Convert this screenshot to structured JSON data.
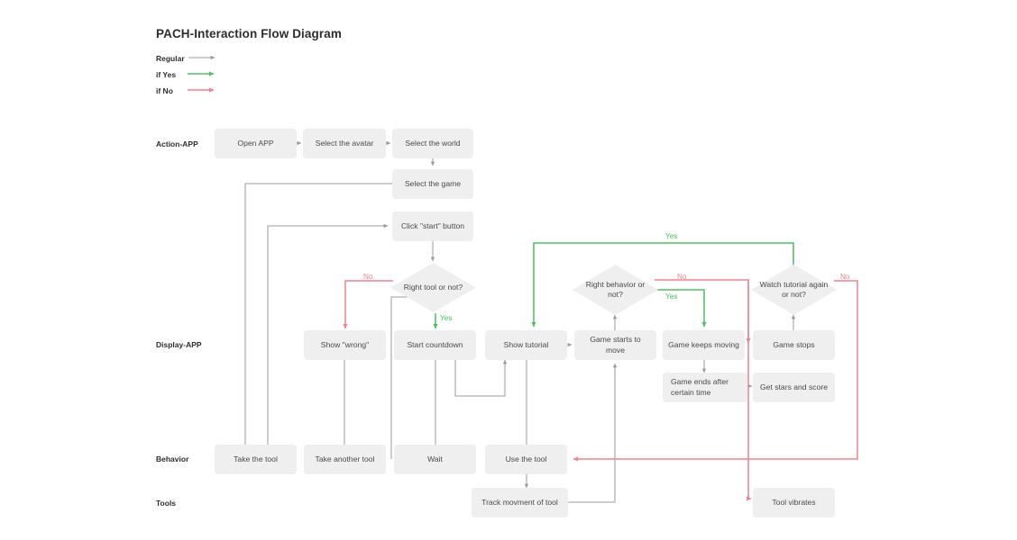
{
  "title": "PACH-Interaction Flow Diagram",
  "colors": {
    "regular": "#9b9b9b",
    "yes": "#4ec163",
    "no": "#f4808e",
    "node_fill": "#efefef",
    "text": "#4a4a4a",
    "heading": "#2d2d2d"
  },
  "legend": [
    {
      "label": "Regular",
      "color_key": "regular"
    },
    {
      "label": "if Yes",
      "color_key": "yes"
    },
    {
      "label": "if No",
      "color_key": "no"
    }
  ],
  "swimlanes": [
    {
      "id": "action-app",
      "label": "Action-APP"
    },
    {
      "id": "display-app",
      "label": "Display-APP"
    },
    {
      "id": "behavior",
      "label": "Behavior"
    },
    {
      "id": "tools",
      "label": "Tools"
    }
  ],
  "nodes": [
    {
      "id": "open-app",
      "label": "Open APP",
      "lane": "action-app",
      "shape": "box"
    },
    {
      "id": "select-avatar",
      "label": "Select the avatar",
      "lane": "action-app",
      "shape": "box"
    },
    {
      "id": "select-world",
      "label": "Select the world",
      "lane": "action-app",
      "shape": "box"
    },
    {
      "id": "select-game",
      "label": "Select the game",
      "lane": "action-app",
      "shape": "box"
    },
    {
      "id": "click-start",
      "label": "Click \"start\" button",
      "lane": "action-app",
      "shape": "box"
    },
    {
      "id": "right-tool",
      "label": "Right tool or not?",
      "lane": "display-app",
      "shape": "diamond"
    },
    {
      "id": "right-behavior",
      "label": "Right behavior or not?",
      "lane": "display-app",
      "shape": "diamond"
    },
    {
      "id": "watch-tutorial",
      "label": "Watch tutorial again or not?",
      "lane": "display-app",
      "shape": "diamond"
    },
    {
      "id": "show-wrong",
      "label": "Show \"wrong\"",
      "lane": "display-app",
      "shape": "box"
    },
    {
      "id": "start-countdown",
      "label": "Start countdown",
      "lane": "display-app",
      "shape": "box"
    },
    {
      "id": "show-tutorial",
      "label": "Show tutorial",
      "lane": "display-app",
      "shape": "box"
    },
    {
      "id": "game-starts",
      "label": "Game starts to move",
      "lane": "display-app",
      "shape": "box"
    },
    {
      "id": "game-keeps-moving",
      "label": "Game keeps moving",
      "lane": "display-app",
      "shape": "box"
    },
    {
      "id": "game-stops",
      "label": "Game stops",
      "lane": "display-app",
      "shape": "box"
    },
    {
      "id": "game-ends",
      "label": "Game ends after certain time",
      "lane": "display-app",
      "shape": "box"
    },
    {
      "id": "get-stars",
      "label": "Get stars and score",
      "lane": "display-app",
      "shape": "box"
    },
    {
      "id": "take-the-tool",
      "label": "Take the tool",
      "lane": "behavior",
      "shape": "box"
    },
    {
      "id": "take-another-tool",
      "label": "Take another tool",
      "lane": "behavior",
      "shape": "box"
    },
    {
      "id": "wait",
      "label": "Wait",
      "lane": "behavior",
      "shape": "box"
    },
    {
      "id": "use-the-tool",
      "label": "Use the tool",
      "lane": "behavior",
      "shape": "box"
    },
    {
      "id": "track-movement",
      "label": "Track movment of tool",
      "lane": "tools",
      "shape": "box"
    },
    {
      "id": "tool-vibrates",
      "label": "Tool vibrates",
      "lane": "tools",
      "shape": "box"
    }
  ],
  "edge_labels": [
    {
      "id": "no-right-tool",
      "text": "No",
      "kind": "no"
    },
    {
      "id": "yes-right-tool",
      "text": "Yes",
      "kind": "yes"
    },
    {
      "id": "no-right-behavior",
      "text": "No",
      "kind": "no"
    },
    {
      "id": "yes-right-behavior",
      "text": "Yes",
      "kind": "yes"
    },
    {
      "id": "no-watch-tutorial",
      "text": "No",
      "kind": "no"
    },
    {
      "id": "yes-watch-tutorial",
      "text": "Yes",
      "kind": "yes"
    }
  ],
  "edges": [
    {
      "from": "open-app",
      "to": "select-avatar",
      "kind": "regular"
    },
    {
      "from": "select-avatar",
      "to": "select-world",
      "kind": "regular"
    },
    {
      "from": "select-world",
      "to": "select-game",
      "kind": "regular"
    },
    {
      "from": "select-game",
      "to": "take-the-tool",
      "kind": "regular"
    },
    {
      "from": "take-another-tool",
      "to": "right-tool",
      "kind": "regular"
    },
    {
      "from": "click-start",
      "to": "right-tool",
      "kind": "regular"
    },
    {
      "from": "right-tool",
      "to": "show-wrong",
      "kind": "no"
    },
    {
      "from": "right-tool",
      "to": "start-countdown",
      "kind": "yes"
    },
    {
      "from": "show-wrong",
      "to": "take-another-tool",
      "kind": "regular"
    },
    {
      "from": "start-countdown",
      "to": "wait",
      "kind": "regular"
    },
    {
      "from": "start-countdown",
      "to": "use-the-tool",
      "kind": "regular"
    },
    {
      "from": "show-tutorial",
      "to": "game-starts",
      "kind": "regular"
    },
    {
      "from": "show-tutorial",
      "to": "use-the-tool",
      "kind": "regular"
    },
    {
      "from": "game-starts",
      "to": "right-behavior",
      "kind": "regular"
    },
    {
      "from": "right-behavior",
      "to": "game-keeps-moving",
      "kind": "yes"
    },
    {
      "from": "right-behavior",
      "to": "game-stops",
      "kind": "no"
    },
    {
      "from": "game-keeps-moving",
      "to": "game-ends",
      "kind": "regular"
    },
    {
      "from": "game-ends",
      "to": "get-stars",
      "kind": "regular"
    },
    {
      "from": "game-stops",
      "to": "watch-tutorial",
      "kind": "regular"
    },
    {
      "from": "watch-tutorial",
      "to": "show-tutorial",
      "kind": "yes"
    },
    {
      "from": "watch-tutorial",
      "to": "use-the-tool",
      "kind": "no"
    },
    {
      "from": "watch-tutorial",
      "to": "tool-vibrates",
      "kind": "no"
    },
    {
      "from": "use-the-tool",
      "to": "track-movement",
      "kind": "regular"
    },
    {
      "from": "track-movement",
      "to": "game-starts",
      "kind": "regular"
    }
  ]
}
